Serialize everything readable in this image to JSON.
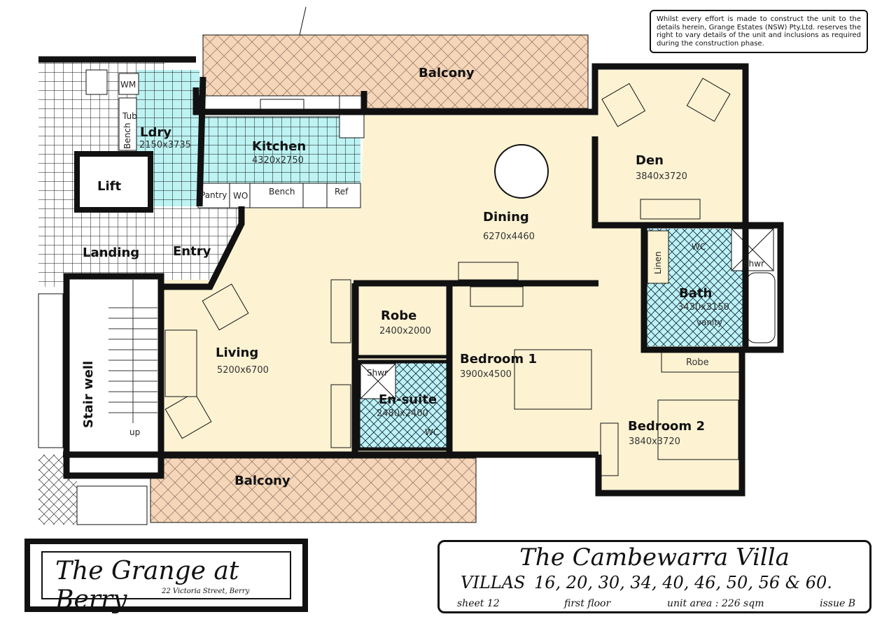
{
  "disclaimer": "Whilst every effort is made to construct the unit to the details herein, Grange Estates (NSW) Pty.Ltd. reserves the right to vary details of the unit and inclusions as required during the construction phase.",
  "rooms": {
    "balcony_top": {
      "name": "Balcony"
    },
    "balcony_bottom": {
      "name": "Balcony"
    },
    "ldry": {
      "name": "Ldry",
      "dims": "2150x3735"
    },
    "kitchen": {
      "name": "Kitchen",
      "dims": "4320x2750"
    },
    "lift": {
      "name": "Lift"
    },
    "landing": {
      "name": "Landing"
    },
    "entry": {
      "name": "Entry"
    },
    "dining": {
      "name": "Dining",
      "dims": "6270x4460"
    },
    "den": {
      "name": "Den",
      "dims": "3840x3720"
    },
    "linen": {
      "name": "Linen"
    },
    "bath": {
      "name": "Bath",
      "dims": "3430x3150"
    },
    "living": {
      "name": "Living",
      "dims": "5200x6700"
    },
    "robe1": {
      "name": "Robe",
      "dims": "2400x2000"
    },
    "bedroom1": {
      "name": "Bedroom 1",
      "dims": "3900x4500"
    },
    "ensuite": {
      "name": "En-suite",
      "dims": "2480x2400"
    },
    "robe2": {
      "name": "Robe"
    },
    "bedroom2": {
      "name": "Bedroom 2",
      "dims": "3840x3720"
    },
    "stairwell": {
      "name": "Stair well",
      "up": "up"
    }
  },
  "fixtures": {
    "wm": "WM",
    "tub": "Tub",
    "bench": "Bench",
    "pantry": "Pantry",
    "wo": "WO",
    "ref": "Ref",
    "shwr": "Shwr",
    "wc": "WC",
    "vanity": "vanity"
  },
  "logo": {
    "title": "The Grange at Berry",
    "address": "22 Victoria Street, Berry"
  },
  "title_block": {
    "title": "The Cambewarra Villa",
    "villas_label": "VILLAS",
    "villas": "16, 20, 30, 34, 40, 46, 50, 56 & 60.",
    "sheet": "sheet  12",
    "floor": "first floor",
    "area": "unit area : 226 sqm",
    "issue": "issue B"
  },
  "colors": {
    "floor": "#fdf3d3",
    "balcony": "#f6d6b8",
    "wet": "#bdf3f3",
    "wall": "#111111"
  }
}
